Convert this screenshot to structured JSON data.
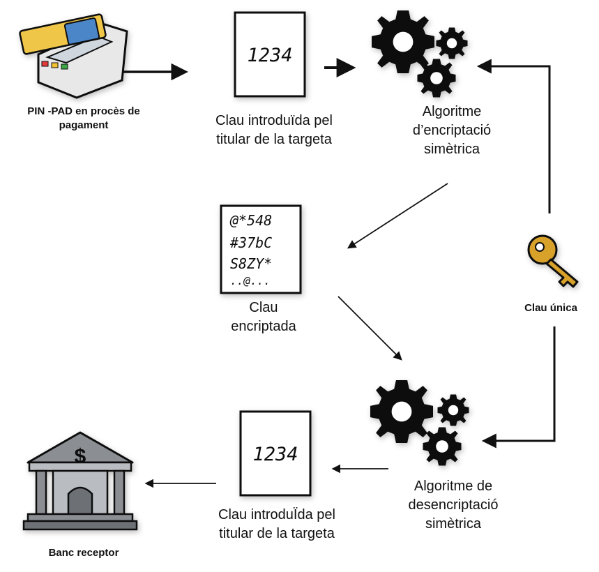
{
  "labels": {
    "pinpad": [
      "PIN -PAD en procès de",
      "pagament"
    ],
    "card_key_top": [
      "Clau introduïda pel",
      "titular de la targeta"
    ],
    "algorithm_enc": [
      "Algoritme",
      "d’encriptació",
      "simètrica"
    ],
    "encrypted_key": [
      "Clau",
      "encriptada"
    ],
    "unique_key": "Clau única",
    "algorithm_dec": [
      "Algoritme de",
      "desencriptació",
      "simètrica"
    ],
    "card_key_bottom": [
      "Clau introduÏda pel",
      "titular de la targeta"
    ],
    "bank": "Banc receptor"
  },
  "cards": {
    "pin_top": "1234",
    "pin_bottom": "1234",
    "cipher_lines": [
      "@*548",
      "#37bC",
      "S8ZY*",
      "..@..."
    ]
  },
  "colors": {
    "ink": "#111111",
    "key_gold": "#d8a12c",
    "card_yellow": "#f0c64a",
    "card_blue": "#4b86c9",
    "bank_grey": "#8b8f94"
  }
}
